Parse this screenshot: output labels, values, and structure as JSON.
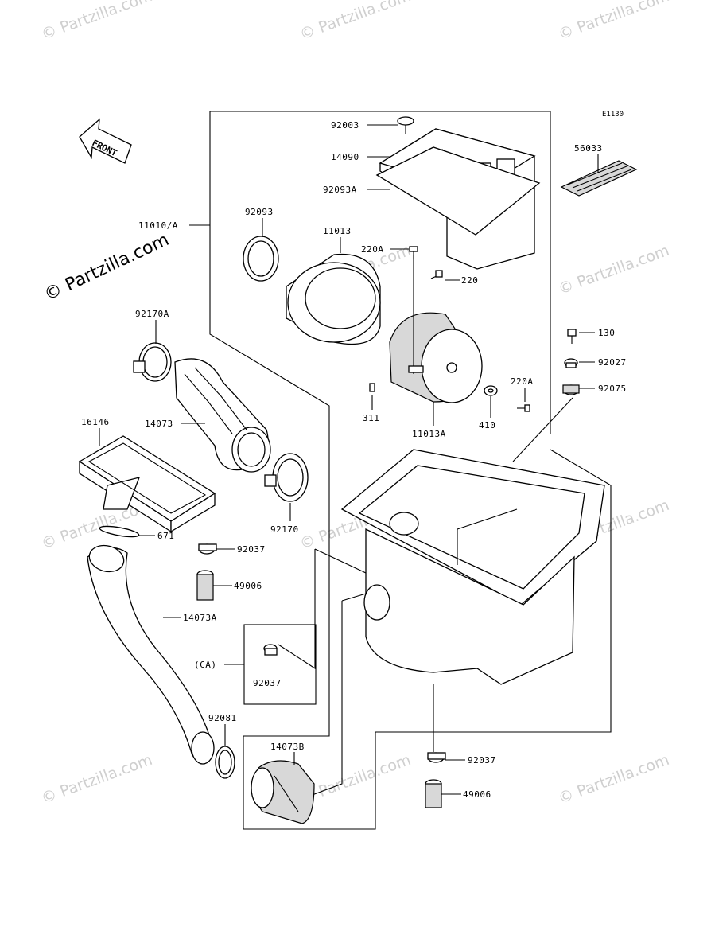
{
  "diagram_code": "E1130",
  "front_label": "FRONT",
  "watermark": "© Partzilla.com",
  "parts": {
    "p92003": "92003",
    "p14090": "14090",
    "p92093A": "92093A",
    "p56033": "56033",
    "p11010A": "11010/A",
    "p92093": "92093",
    "p11013": "11013",
    "p220A_top": "220A",
    "p220": "220",
    "p92170A": "92170A",
    "p130": "130",
    "p92027": "92027",
    "p92075": "92075",
    "p220A_side": "220A",
    "p311": "311",
    "p11013A": "11013A",
    "p410": "410",
    "p16146": "16146",
    "p14073": "14073",
    "p92170": "92170",
    "p671": "671",
    "p92037_a": "92037",
    "p49006_a": "49006",
    "p14073A": "14073A",
    "pCA": "(CA)",
    "p92037_ca": "92037",
    "p92081": "92081",
    "p14073B": "14073B",
    "p92037_b": "92037",
    "p49006_b": "49006"
  }
}
